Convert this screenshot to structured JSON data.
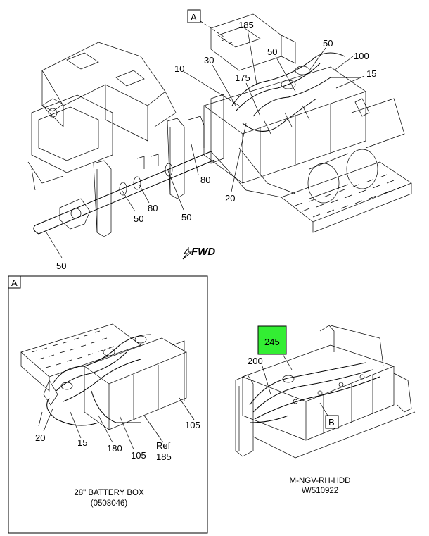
{
  "main_view": {
    "detail_ref": "A",
    "labels": {
      "l185": "185",
      "l50a": "50",
      "l50b": "50",
      "l100": "100",
      "l15": "15",
      "l30": "30",
      "l10": "10",
      "l175": "175",
      "l80a": "80",
      "l80b": "80",
      "l20": "20",
      "l50c": "50",
      "l50d": "50",
      "l50e": "50"
    },
    "fwd": "FWD"
  },
  "detail_a": {
    "box_label": "A",
    "labels": {
      "l20": "20",
      "l15": "15",
      "l180": "180",
      "l105a": "105",
      "l185": "Ref\n185",
      "l105b": "105"
    },
    "ref_word": "Ref",
    "ref_num": "185",
    "caption_line1": "28\" BATTERY BOX",
    "caption_line2": "(0508046)"
  },
  "detail_b": {
    "highlight": "245",
    "highlight_color": "#33ee33",
    "l200": "200",
    "b_label": "B",
    "caption_line1": "M-NGV-RH-HDD",
    "caption_line2": "W/510922"
  }
}
